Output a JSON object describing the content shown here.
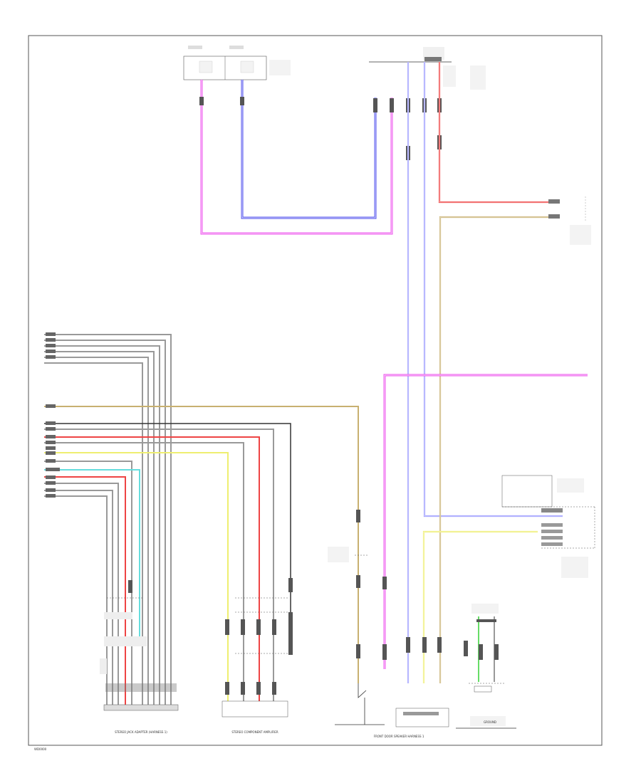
{
  "colors": {
    "pink": "#ee55ee",
    "blue": "#5555ee",
    "lightblue": "#9999ff",
    "red": "#ee4444",
    "tan": "#c8b070",
    "yellow": "#eeee70",
    "cyan": "#66dddd",
    "green": "#66dd66",
    "gray": "#999999",
    "black": "#222222",
    "frame": "#555555"
  },
  "labels": {
    "harness_left": "STEREO JACK ADAPTER (HARNESS 1)",
    "harness_mid": "STEREO COMPONENT AMPLIFIER",
    "harness_right": "FRONT DOOR SPEAKER HARNESS 1",
    "ground": "GROUND",
    "footer_code": "WD0000"
  }
}
